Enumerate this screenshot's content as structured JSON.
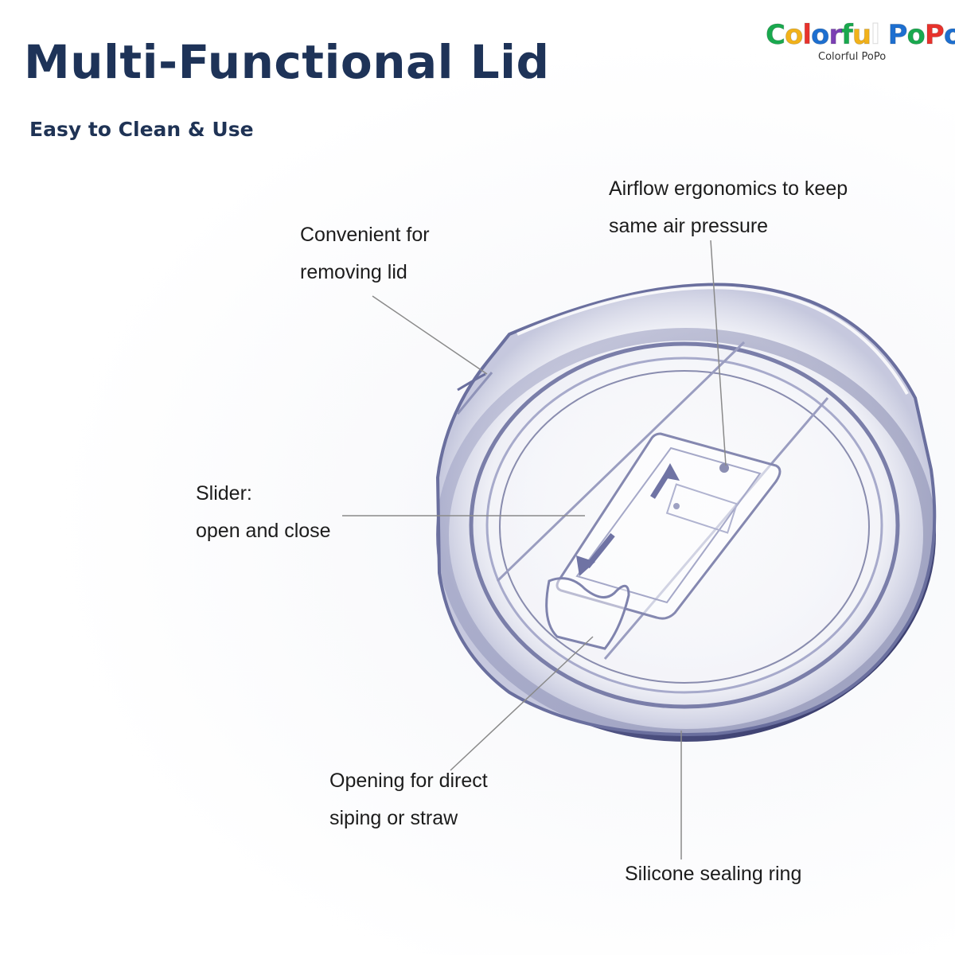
{
  "header": {
    "title": "Multi-Functional Lid",
    "subtitle": "Easy to Clean & Use"
  },
  "brand": {
    "wordmark": "Colorful PoPo",
    "tagline": "Colorful PoPo",
    "letter_colors": [
      "#19a94e",
      "#f2b21a",
      "#e8322c",
      "#1d6fd0",
      "#7b3fb4",
      "#19a94e",
      "#f2b21a",
      "#ffffff",
      "#e8322c",
      "#1d6fd0",
      "#19a94e",
      "#e8322c",
      "#1d6fd0"
    ]
  },
  "callouts": {
    "airflow": {
      "line1": "Airflow ergonomics to keep",
      "line2": "same air pressure"
    },
    "removing": {
      "line1": "Convenient for",
      "line2": "removing lid"
    },
    "slider": {
      "line1": "Slider:",
      "line2": "open and close"
    },
    "opening": {
      "line1": "Opening for direct",
      "line2": "siping or straw"
    },
    "ring": {
      "line1": "Silicone sealing ring"
    }
  },
  "colors": {
    "title": "#1e3358",
    "lid_edge": "#6a6f9e",
    "lid_dark": "#3d4170",
    "leader": "#8a8a8a"
  }
}
